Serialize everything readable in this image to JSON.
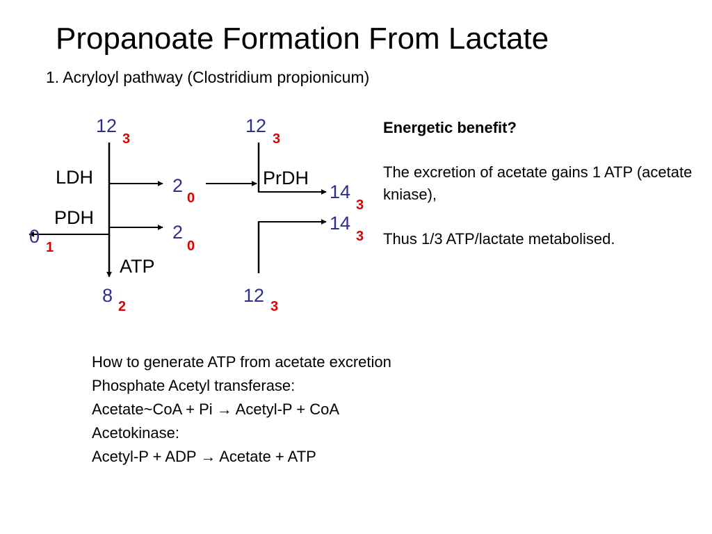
{
  "title": "Propanoate Formation From Lactate",
  "subtitle": "1.  Acryloyl pathway (Clostridium propionicum)",
  "colors": {
    "number": "#2e2e8c",
    "subscript": "#dd0000",
    "line": "#000000"
  },
  "diagram": {
    "left_top": {
      "value": "12",
      "sub": "3"
    },
    "right_top": {
      "value": "12",
      "sub": "3"
    },
    "ldh_label": "LDH",
    "ldh_product": {
      "value": "2",
      "sub": "0"
    },
    "prdh_label": "PrDH",
    "prdh_product": {
      "value": "14",
      "sub": "3"
    },
    "pdh_label": "PDH",
    "pdh_left": {
      "value": "0",
      "sub": "1"
    },
    "pdh_product": {
      "value": "2",
      "sub": "0"
    },
    "right_mid": {
      "value": "14",
      "sub": "3"
    },
    "atp_label": "ATP",
    "left_bottom": {
      "value": "8",
      "sub": "2"
    },
    "right_bottom": {
      "value": "12",
      "sub": "3"
    }
  },
  "energetic": {
    "heading": "Energetic benefit?",
    "line1": "The excretion of acetate gains 1 ATP (acetate kniase),",
    "line2": "Thus 1/3 ATP/lactate metabolised."
  },
  "notes": [
    "How to generate ATP from acetate excretion",
    "Phosphate Acetyl transferase:",
    "Acetate~CoA + Pi → Acetyl-P + CoA",
    "Acetokinase:",
    "Acetyl-P + ADP → Acetate + ATP"
  ]
}
